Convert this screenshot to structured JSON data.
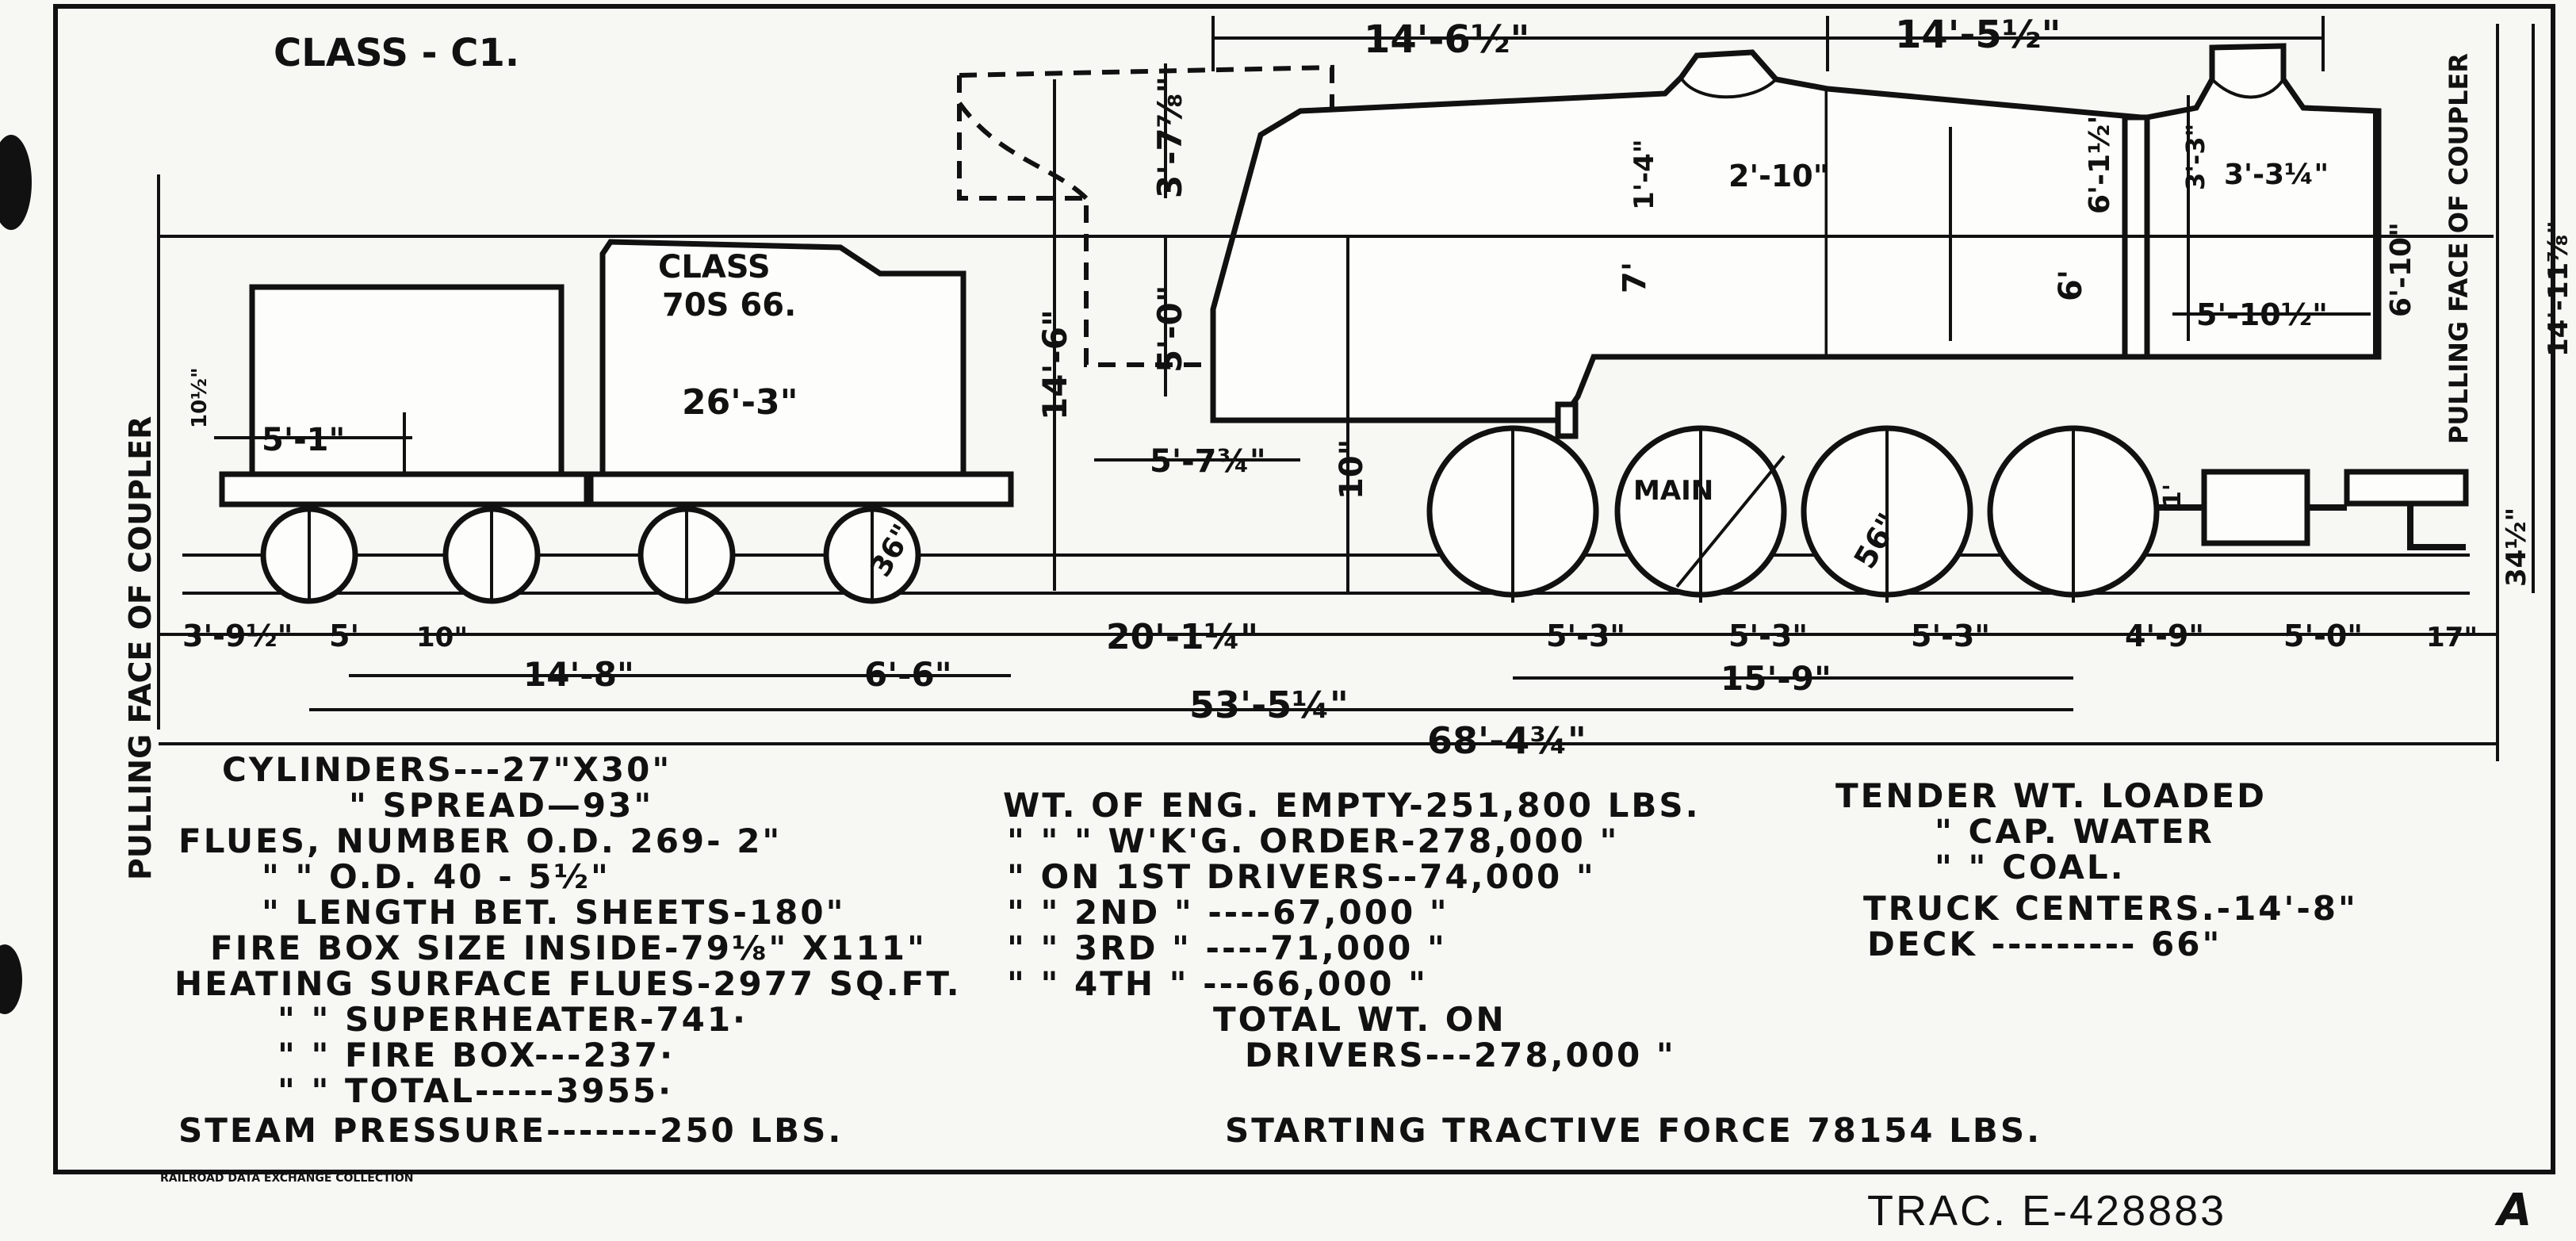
{
  "drawing": {
    "class_label": "CLASS - C1.",
    "tender_class_line1": "CLASS",
    "tender_class_line2": "70S 66.",
    "coupler_left": "PULLING FACE OF COUPLER",
    "coupler_right": "PULLING FACE OF COUPLER",
    "main_label": "MAIN",
    "collection_note": "RAILROAD DATA EXCHANGE COLLECTION",
    "trac_number": "TRAC. E-428883",
    "sheet_letter": "A"
  },
  "dimensions": {
    "top_14_6_half": "14'-6½\"",
    "top_14_5_half": "14'-5½\"",
    "tender_26_3": "26'-3\"",
    "tender_5_1": "5'-1\"",
    "tender_10_half": "10½\"",
    "tender_36": "36\"",
    "cab_3_7_8": "3'-7⅞\"",
    "cab_5_0": "5'-0\"",
    "cab_5_7_3_4": "5'-7¾\"",
    "height_14_6": "14'-6\"",
    "height_10": "10\"",
    "dome_1_4": "1'-4\"",
    "dome_2_10": "2'-10\"",
    "boiler_7": "7'",
    "boiler_6_1_2": "6'-1½\"",
    "boiler_6": "6'",
    "stack_3_3_4": "3'-3¼\"",
    "stack_3_3": "3'-3\"",
    "smokebox_5_10_half": "5'-10½\"",
    "smokebox_6_10": "6'-10\"",
    "front_14_11_7_8": "14'-11⅞\"",
    "front_34_half": "34½\"",
    "driver_56": "56\"",
    "front_1": "1'",
    "base_3_9_half": "3'-9½\"",
    "base_5": "5'",
    "base_10": "10\"",
    "base_14_8": "14'-8\"",
    "base_6_6": "6'-6\"",
    "base_20_1_quarter": "20'-1¼\"",
    "base_5_3_a": "5'-3\"",
    "base_5_3_b": "5'-3\"",
    "base_5_3_c": "5'-3\"",
    "base_4_9": "4'-9\"",
    "base_5_0": "5'-0\"",
    "base_17": "17\"",
    "base_15_9": "15'-9\"",
    "base_53_5_quarter": "53'-5¼\"",
    "base_68_4_3_4": "68'-4¾\""
  },
  "specs": {
    "l1": "CYLINDERS---27\"X30\"",
    "l2": "\"          SPREAD—93\"",
    "l3": "FLUES, NUMBER O.D. 269- 2\"",
    "l4": "\"          \"          O.D. 40 - 5½\"",
    "l5": "\"   LENGTH BET. SHEETS-180\"",
    "l6": "FIRE BOX SIZE INSIDE-79⅛\" X111\"",
    "l7": "HEATING SURFACE FLUES-2977 SQ.FT.",
    "l8": "\"          \"          SUPERHEATER-741·",
    "l9": "\"          \"          FIRE BOX---237·",
    "l10": "\"          \"          TOTAL-----3955·",
    "l11": "STEAM PRESSURE-------250 LBS.",
    "m1": "WT. OF ENG. EMPTY-251,800 LBS.",
    "m2": "\"   \"   \" W'K'G. ORDER-278,000 \"",
    "m3": "\" ON 1ST DRIVERS--74,000 \"",
    "m4": "\"  \" 2ND   \" ----67,000 \"",
    "m5": "\"  \" 3RD   \" ----71,000 \"",
    "m6": "\"  \" 4TH   \" ---66,000 \"",
    "m7": "TOTAL WT. ON",
    "m8": "DRIVERS---278,000 \"",
    "m9": "STARTING TRACTIVE FORCE 78154 LBS.",
    "r1": "TENDER WT. LOADED",
    "r2": "\"   CAP. WATER",
    "r3": "\"   \"        COAL.",
    "r4": "TRUCK CENTERS.-14'-8\"",
    "r5": "DECK --------- 66\""
  }
}
